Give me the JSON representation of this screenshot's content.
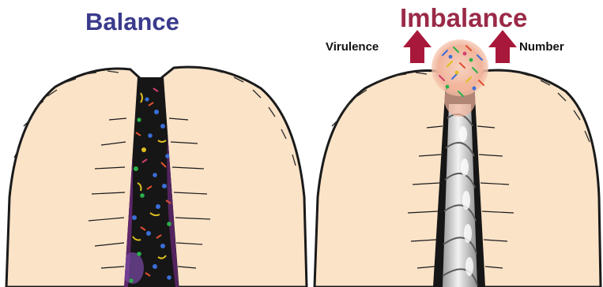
{
  "panels": {
    "balance": {
      "title": "Balance"
    },
    "imbalance": {
      "title": "Imbalance",
      "left_arrow_label": "Virulence",
      "right_arrow_label": "Number"
    }
  },
  "colors": {
    "balance_title": "#3a3a8c",
    "imbalance_title": "#9a2a47",
    "arrow": "#a8183a",
    "tissue": "#fbe3c8",
    "tissue_outline": "#1a1a1a",
    "crypt_dark": "#161616",
    "crypt_purple": "#6a2a78",
    "biofilm": "#f3b8a0",
    "hair_shaft": "#d4d4d4"
  },
  "icons": [
    "up-arrow-icon",
    "up-arrow-icon"
  ]
}
